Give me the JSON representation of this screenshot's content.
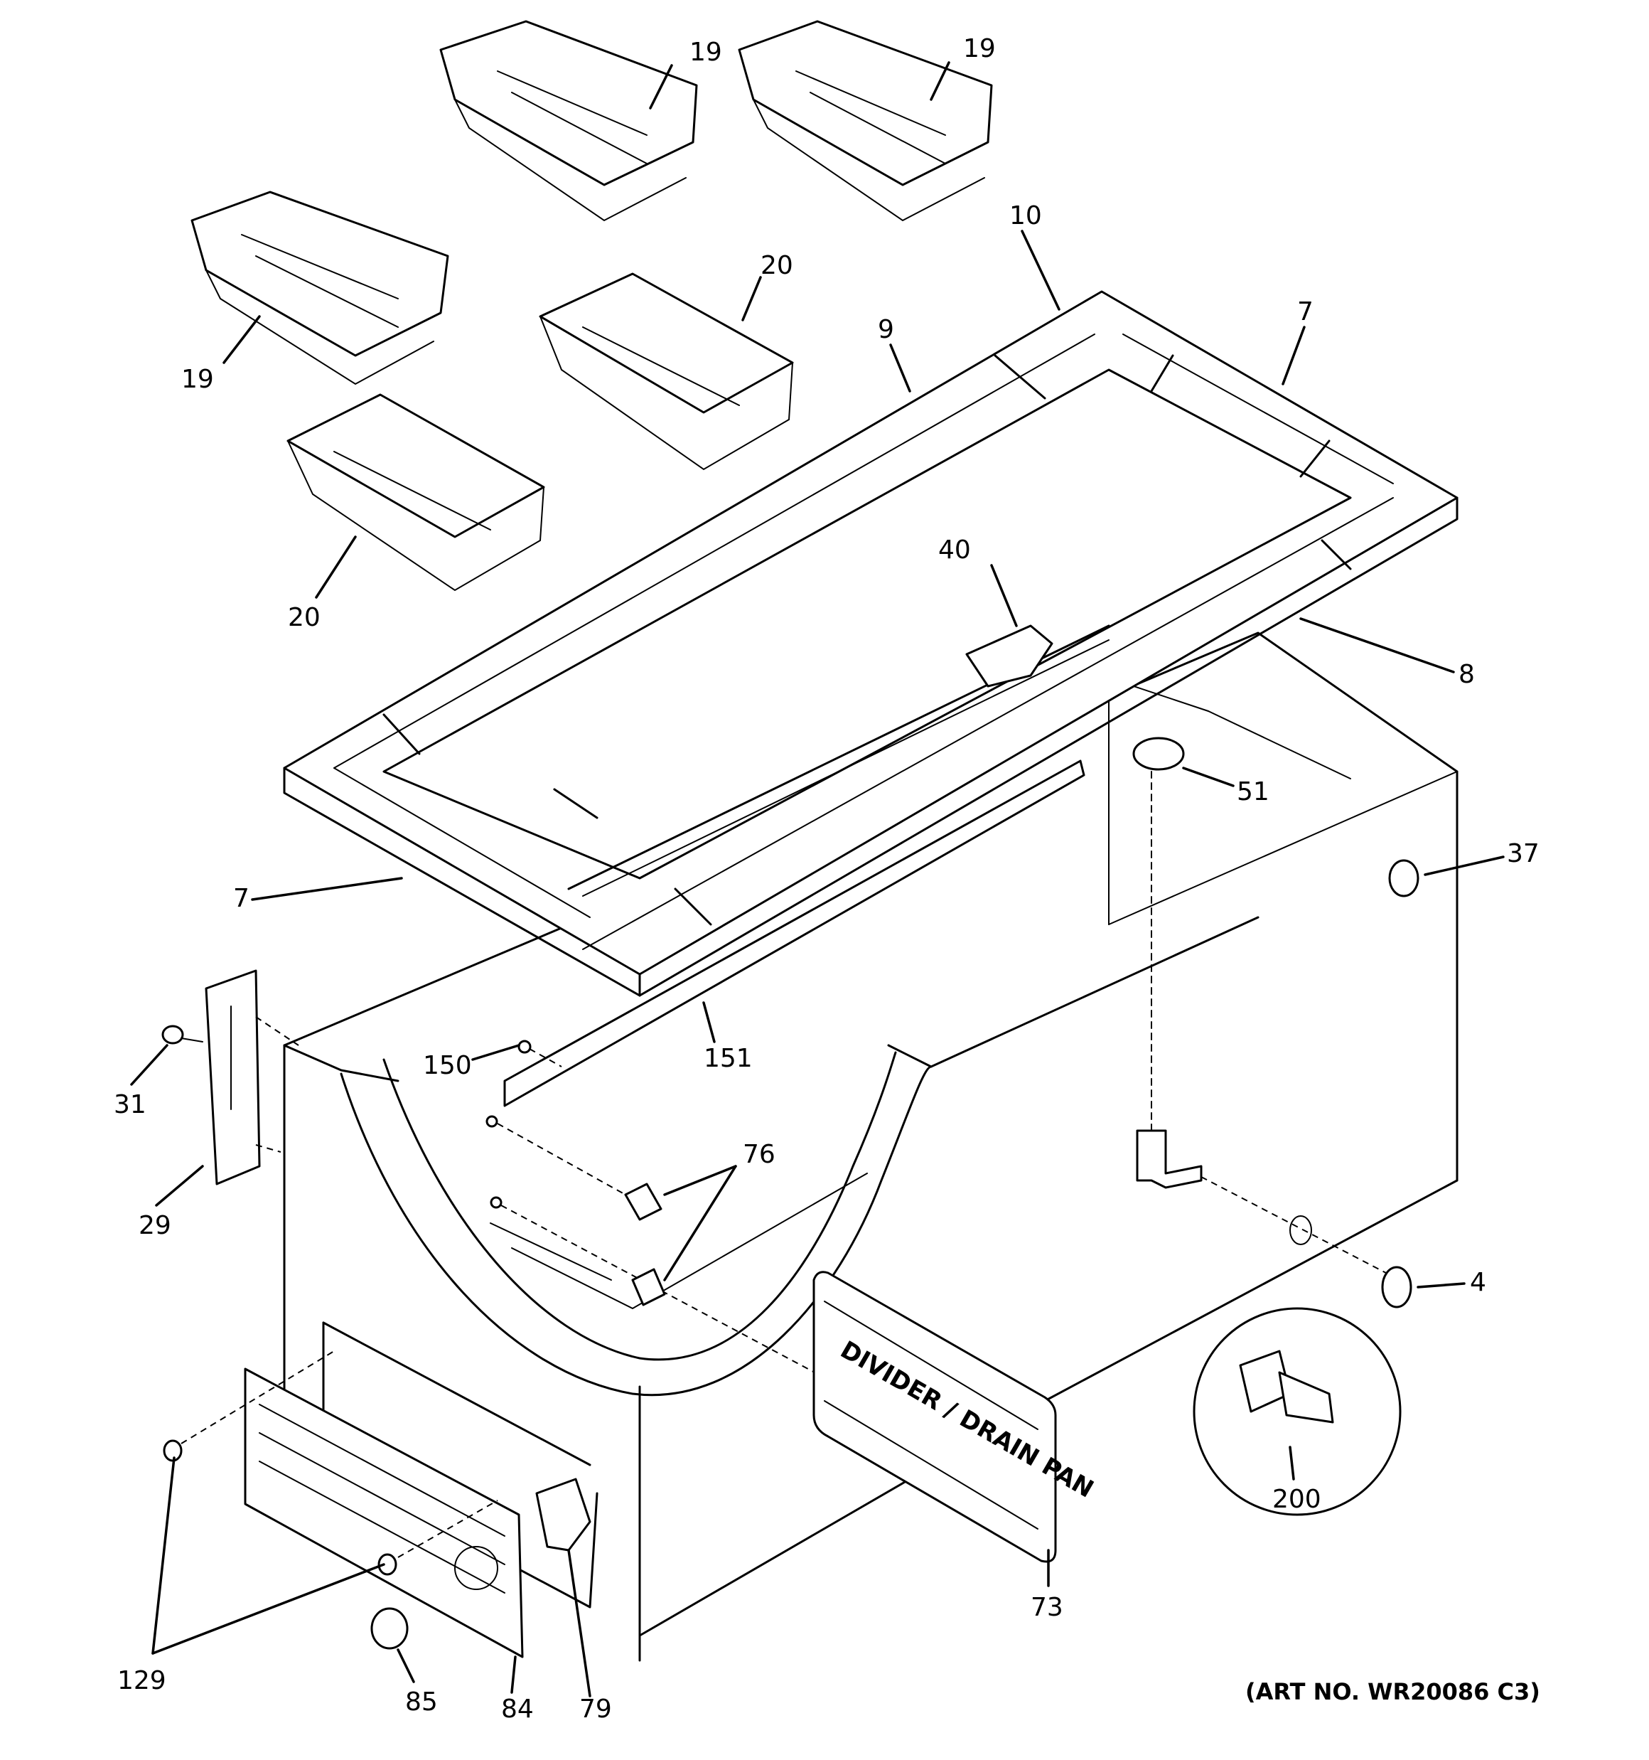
{
  "diagram": {
    "art_number": "(ART NO. WR20086 C3)",
    "divider_label": "DIVIDER / DRAIN PAN",
    "callouts": [
      {
        "id": "c19a",
        "text": "19"
      },
      {
        "id": "c19b",
        "text": "19"
      },
      {
        "id": "c19c",
        "text": "19"
      },
      {
        "id": "c20a",
        "text": "20"
      },
      {
        "id": "c20b",
        "text": "20"
      },
      {
        "id": "c10",
        "text": "10"
      },
      {
        "id": "c9",
        "text": "9"
      },
      {
        "id": "c7a",
        "text": "7"
      },
      {
        "id": "c7b",
        "text": "7"
      },
      {
        "id": "c40",
        "text": "40"
      },
      {
        "id": "c8",
        "text": "8"
      },
      {
        "id": "c51",
        "text": "51"
      },
      {
        "id": "c37",
        "text": "37"
      },
      {
        "id": "c31",
        "text": "31"
      },
      {
        "id": "c29",
        "text": "29"
      },
      {
        "id": "c150",
        "text": "150"
      },
      {
        "id": "c151",
        "text": "151"
      },
      {
        "id": "c76",
        "text": "76"
      },
      {
        "id": "c4",
        "text": "4"
      },
      {
        "id": "c200",
        "text": "200"
      },
      {
        "id": "c73",
        "text": "73"
      },
      {
        "id": "c129",
        "text": "129"
      },
      {
        "id": "c85",
        "text": "85"
      },
      {
        "id": "c84",
        "text": "84"
      },
      {
        "id": "c79",
        "text": "79"
      }
    ]
  }
}
